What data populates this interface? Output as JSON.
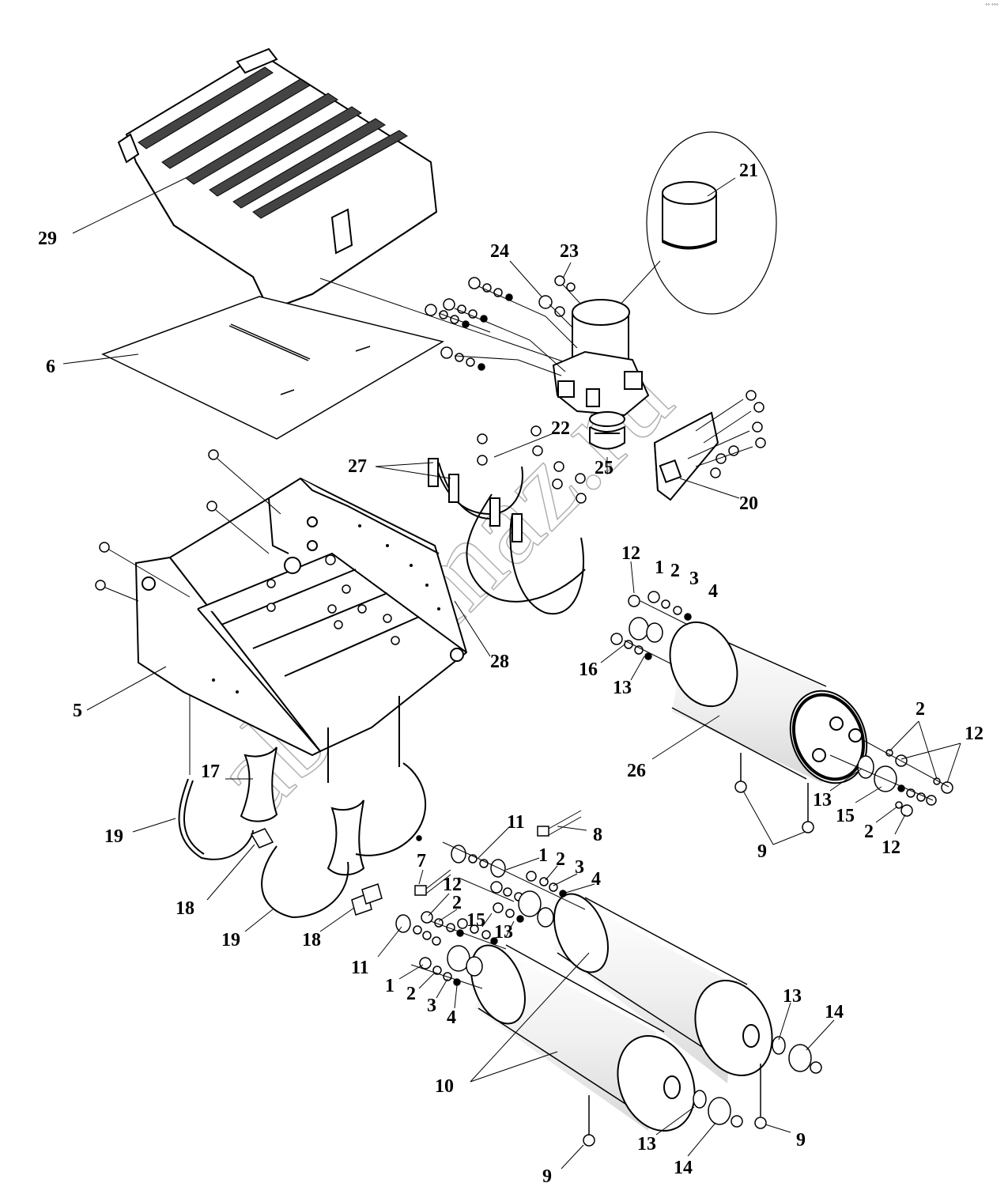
{
  "corner_mark": "°° °°°",
  "watermark": "ab-kamaz.ru",
  "labels": {
    "l29": "29",
    "l6": "6",
    "l21": "21",
    "l24": "24",
    "l23": "23",
    "l22": "22",
    "l27": "27",
    "l25": "25",
    "l20": "20",
    "l5": "5",
    "l28": "28",
    "l12a": "12",
    "l1a": "1",
    "l2a": "2",
    "l3a": "3",
    "l4a": "4",
    "l16": "16",
    "l13a": "13",
    "l26": "26",
    "l2b": "2",
    "l12b": "12",
    "l13b": "13",
    "l15a": "15",
    "l2c": "2",
    "l12c": "12",
    "l9a": "9",
    "l17": "17",
    "l19a": "19",
    "l18a": "18",
    "l19b": "19",
    "l18b": "18",
    "l11a": "11",
    "l8": "8",
    "l7": "7",
    "l1b": "1",
    "l2d": "2",
    "l3b": "3",
    "l4b": "4",
    "l12d": "12",
    "l2e": "2",
    "l15b": "15",
    "l13c": "13",
    "l11b": "11",
    "l1c": "1",
    "l2f": "2",
    "l3c": "3",
    "l4c": "4",
    "l10": "10",
    "l13d": "13",
    "l14a": "14",
    "l9b": "9",
    "l13e": "13",
    "l14b": "14",
    "l9c": "9"
  }
}
